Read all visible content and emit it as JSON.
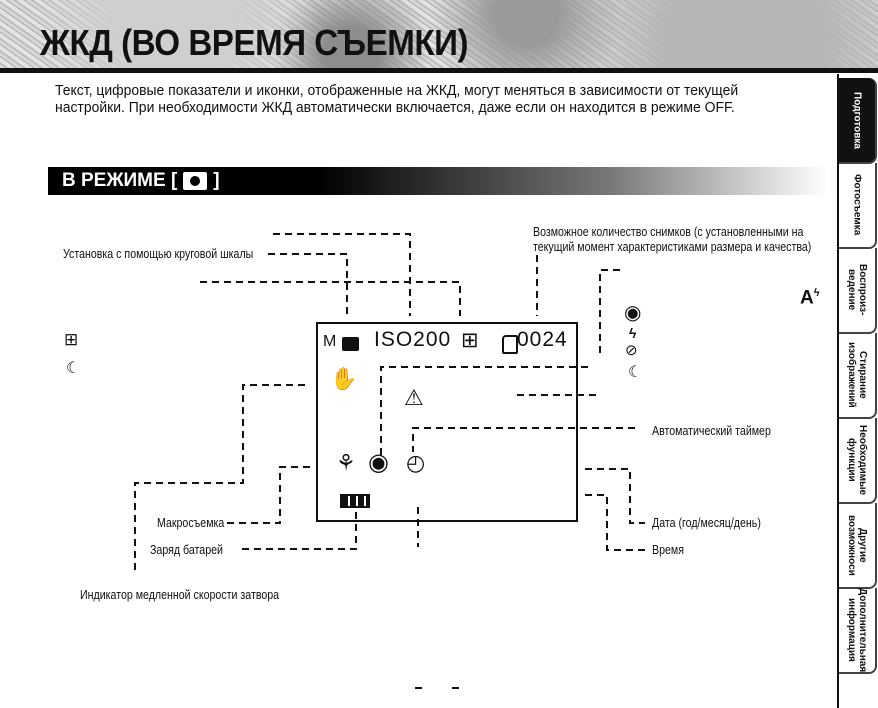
{
  "page": {
    "title": "ЖКД  (ВО ВРЕМЯ СЪЕМКИ)",
    "intro": "Текст, цифровые показатели и иконки, отображенные на ЖКД, могут меняться в зависимости от текущей настройки. При необходимости ЖКД автоматически включается, даже если он находится в режиме OFF.",
    "section": {
      "label": "В РЕЖИМЕ [",
      "icon": "camera-icon",
      "close": "]"
    }
  },
  "tabs": [
    {
      "label": "Подготовка",
      "active": true
    },
    {
      "label": "Фотосъемка",
      "active": false
    },
    {
      "label": "Воспроиз-\nведение",
      "active": false
    },
    {
      "label": "Стирание\nизображений",
      "active": false
    },
    {
      "label": "Необходимые\nфункции",
      "active": false
    },
    {
      "label": "Другие\nвозможноси",
      "active": false
    },
    {
      "label": "Дополнительная\nинформация",
      "active": false
    }
  ],
  "lcd": {
    "mode": "M",
    "iso": "ISO200",
    "shots": "0024",
    "icons": [
      "camera-icon",
      "grid-icon",
      "memory-card-icon",
      "hand-shake-icon",
      "warning-icon",
      "macro-icon",
      "red-eye-icon",
      "self-timer-icon",
      "battery-icon"
    ]
  },
  "labels": {
    "dial": "Установка с помощью круговой шкалы",
    "shots": "Возможное количество снимков (с установленными на",
    "shots2": "текущий момент характеристиками размера и качества)",
    "timer": "Автоматический таймер",
    "macro": "Макросъемка",
    "battery": "Заряд батарей",
    "date": "Дата (год/месяц/день)",
    "time": "Время",
    "slow": "Индикатор медленной скорости затвора"
  },
  "side_icons": {
    "auto_flash": "A",
    "left": [
      "grid-icon",
      "night-moon-icon"
    ],
    "right": [
      "red-eye-icon",
      "flash-icon",
      "flash-off-icon",
      "night-moon-icon"
    ]
  }
}
